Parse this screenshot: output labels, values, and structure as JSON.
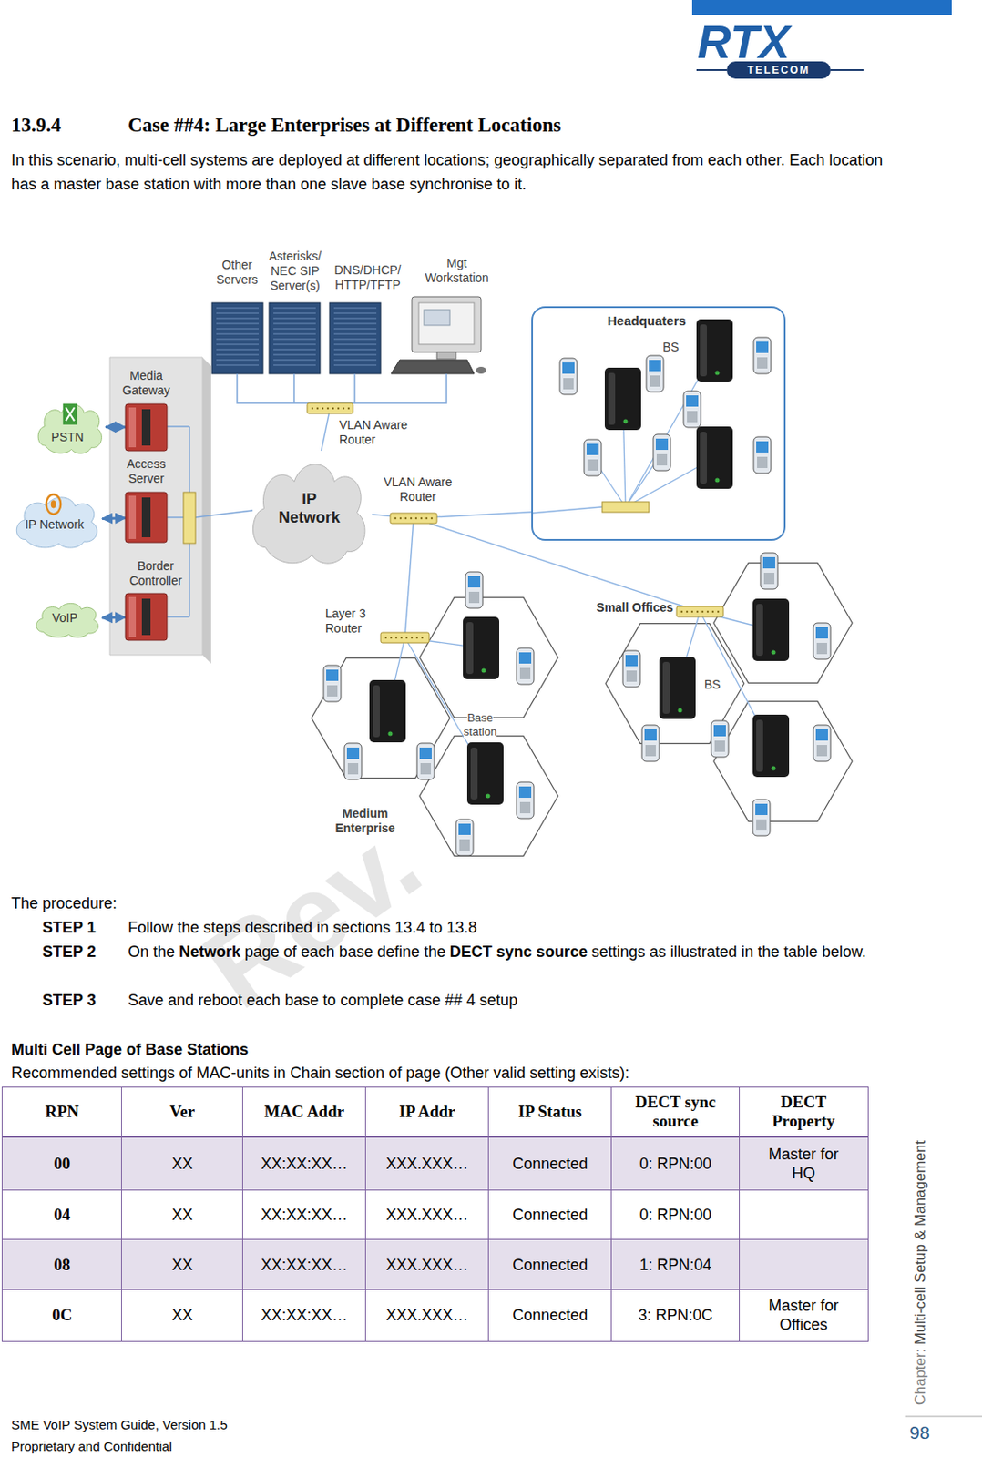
{
  "diagram": {
    "nodes": [
      {
        "text": [
          "Headquaters"
        ]
      },
      {
        "text": [
          "IP Network"
        ]
      },
      {
        "text": [
          "PSTN"
        ]
      },
      {
        "text": [
          "IP Network"
        ]
      },
      {
        "text": [
          "VoIP"
        ]
      },
      {
        "text": [
          "Media Gateway"
        ]
      },
      {
        "text": [
          "Access Server"
        ]
      },
      {
        "text": [
          "Border Controller"
        ]
      },
      {
        "text": [
          "VLAN Aware Router"
        ]
      },
      {
        "text": [
          "VLAN Aware Router"
        ]
      },
      {
        "text": [
          "Layer 3 Router"
        ]
      },
      {
        "text": [
          "Small Offices"
        ]
      }
    ],
    "edges": [
      {
        "from": 8,
        "to": 1,
        "arrow": "none"
      },
      {
        "from": 9,
        "to": 1,
        "arrow": "none"
      },
      {
        "from": 9,
        "to": 0,
        "arrow": "none"
      },
      {
        "from": 9,
        "to": 10,
        "arrow": "none"
      },
      {
        "from": 9,
        "to": 11,
        "arrow": "none"
      },
      {
        "from": 2,
        "to": 5,
        "arrow": "both"
      },
      {
        "from": 3,
        "to": 6,
        "arrow": "both"
      },
      {
        "from": 4,
        "to": 7,
        "arrow": "both"
      }
    ],
    "labels": [
      "RTX",
      "TELECOM",
      "13.9.4",
      "Case ##4: Large Enterprises at Different Locations",
      "In this scenario, multi-cell systems are deployed at different locations; geographically separated from each other. Each location has a master base station with more than one slave base synchronise to it.",
      "Other Servers",
      "Asterisks/ NEC SIP Server(s)",
      "DNS/DHCP/ HTTP/TFTP",
      "Mgt Workstation",
      "BS",
      "BS",
      "Base station",
      "Medium Enterprise",
      "Rev.",
      "The procedure:",
      "STEP 1",
      "Follow the steps described in sections 13.4 to 13.8",
      "STEP 2",
      "On the",
      "Network",
      "page of each base define the",
      "DECT sync source",
      "settings as illustrated in the table below.",
      "STEP 3",
      "Save and reboot each base to complete case ## 4 setup",
      "Multi Cell Page of Base Stations",
      "Recommended settings of MAC-units in Chain section of page (Other valid setting exists):",
      "RPN",
      "Ver",
      "MAC Addr",
      "IP Addr",
      "IP Status",
      "DECT sync source",
      "DECT Property",
      "00",
      "XX",
      "XX:XX:XX…",
      "XXX.XXX…",
      "Connected",
      "0: RPN:00",
      "Master for HQ",
      "04",
      "XX",
      "XX:XX:XX…",
      "XXX.XXX…",
      "Connected",
      "0: RPN:00",
      "08",
      "XX",
      "XX:XX:XX…",
      "XXX.XXX…",
      "Connected",
      "1: RPN:04",
      "0C",
      "XX",
      "XX:XX:XX…",
      "XXX.XXX…",
      "Connected",
      "3: RPN:0C",
      "Master for Offices",
      "SME VoIP System Guide, Version 1.5",
      "Proprietary and Confidential",
      "Chapter:",
      "Multi-cell Setup & Management",
      "98"
    ]
  }
}
